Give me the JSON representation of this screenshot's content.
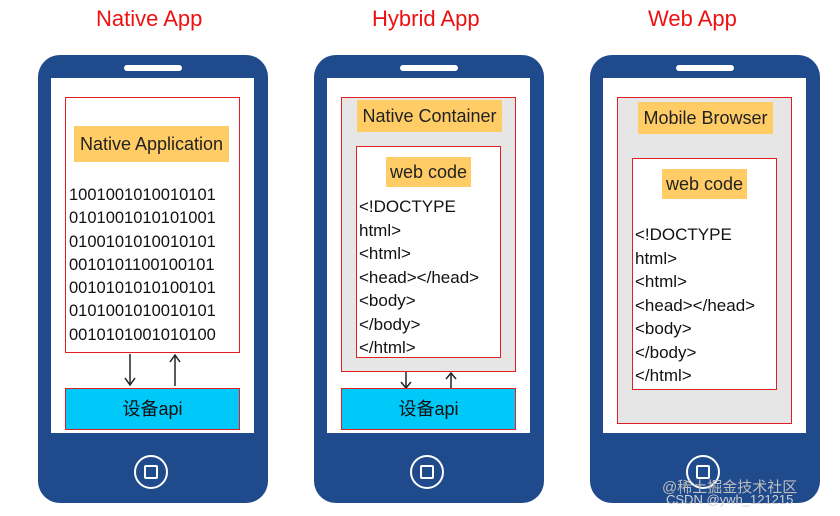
{
  "titles": {
    "native": "Native App",
    "hybrid": "Hybrid App",
    "web": "Web App"
  },
  "native": {
    "label": "Native Application",
    "binary": "1001001010010101\n0101001010101001\n0100101010010101\n0010101100100101\n0010101010100101\n0101001010010101\n0010101001010100",
    "api": "设备api"
  },
  "hybrid": {
    "container_label": "Native Container",
    "web_label": "web code",
    "code": "<!DOCTYPE\nhtml>\n<html>\n<head></head>\n<body>\n</body>\n</html>",
    "api": "设备api"
  },
  "web": {
    "browser_label": "Mobile Browser",
    "web_label": "web code",
    "code": "<!DOCTYPE\nhtml>\n<html>\n<head></head>\n<body>\n</body>\n</html>"
  },
  "watermark": {
    "line1": "@稀土掘金技术社区",
    "line2": "CSDN @ywh_121215"
  },
  "colors": {
    "phone": "#1f4a8c",
    "title": "#ee1111",
    "label": "#ffcc66",
    "api": "#00c8f8",
    "border": "#e02020",
    "container": "#e6e6e6"
  }
}
